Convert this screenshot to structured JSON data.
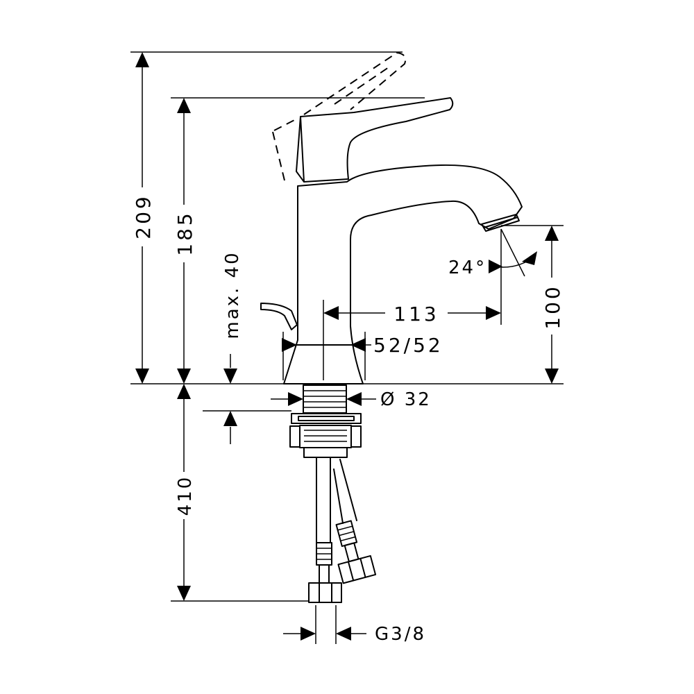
{
  "dimensions": {
    "total_height_lever_open": "209",
    "height_to_lever": "185",
    "max_deck_thickness": "max. 40",
    "spout_projection": "113",
    "spout_outlet_height": "100",
    "spray_angle": "24°",
    "base_diameter": "52/52",
    "shank_diameter": "Ø 32",
    "hose_length": "410",
    "connection_thread": "G3/8"
  }
}
